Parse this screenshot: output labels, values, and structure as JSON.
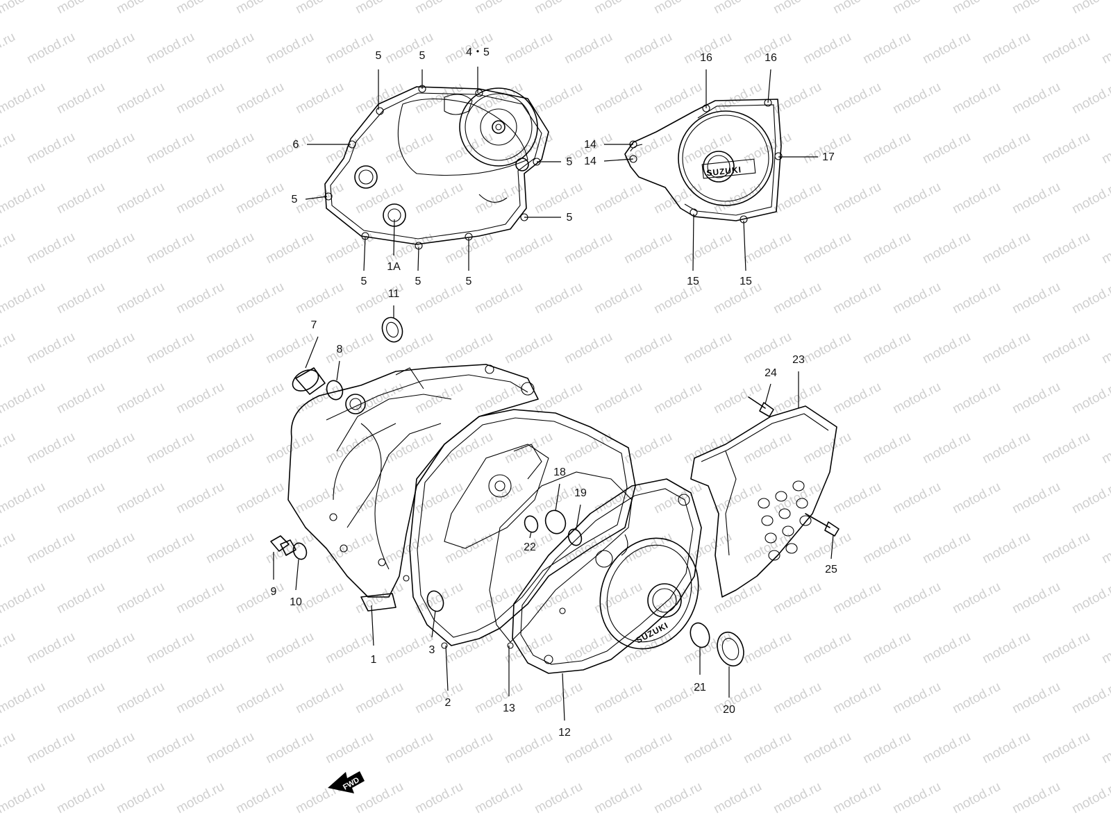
{
  "watermark": "motod.ru",
  "brand_text": "SUZUKI",
  "fwd_label": "FWD",
  "colors": {
    "line": "#000000",
    "watermark": "#cfcfcf",
    "background": "#ffffff"
  },
  "callouts": [
    {
      "id": "c1",
      "text": "5"
    },
    {
      "id": "c2",
      "text": "5"
    },
    {
      "id": "c3",
      "text": "4・5"
    },
    {
      "id": "c4",
      "text": "6"
    },
    {
      "id": "c5",
      "text": "5"
    },
    {
      "id": "c6",
      "text": "5"
    },
    {
      "id": "c7",
      "text": "5"
    },
    {
      "id": "c8",
      "text": "1A"
    },
    {
      "id": "c9",
      "text": "5"
    },
    {
      "id": "c10",
      "text": "5"
    },
    {
      "id": "c11",
      "text": "5"
    },
    {
      "id": "c12",
      "text": "16"
    },
    {
      "id": "c13",
      "text": "16"
    },
    {
      "id": "c14",
      "text": "14"
    },
    {
      "id": "c15",
      "text": "14"
    },
    {
      "id": "c16",
      "text": "17"
    },
    {
      "id": "c17",
      "text": "15"
    },
    {
      "id": "c18",
      "text": "15"
    },
    {
      "id": "c19",
      "text": "11"
    },
    {
      "id": "c20",
      "text": "7"
    },
    {
      "id": "c21",
      "text": "8"
    },
    {
      "id": "c22",
      "text": "9"
    },
    {
      "id": "c23",
      "text": "10"
    },
    {
      "id": "c24",
      "text": "1"
    },
    {
      "id": "c25",
      "text": "3"
    },
    {
      "id": "c26",
      "text": "2"
    },
    {
      "id": "c27",
      "text": "13"
    },
    {
      "id": "c28",
      "text": "12"
    },
    {
      "id": "c29",
      "text": "18"
    },
    {
      "id": "c30",
      "text": "19"
    },
    {
      "id": "c31",
      "text": "22"
    },
    {
      "id": "c32",
      "text": "21"
    },
    {
      "id": "c33",
      "text": "20"
    },
    {
      "id": "c34",
      "text": "23"
    },
    {
      "id": "c35",
      "text": "24"
    },
    {
      "id": "c36",
      "text": "25"
    }
  ]
}
